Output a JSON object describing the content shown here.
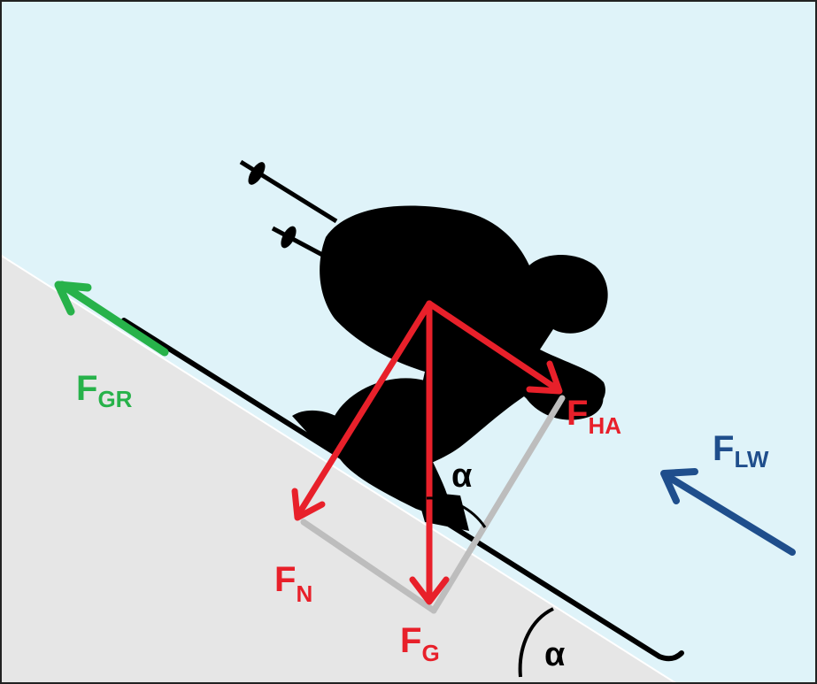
{
  "colors": {
    "sky": "#dff3f9",
    "slope": "#e6e6e6",
    "silhouette": "#000000",
    "red": "#e8202a",
    "green": "#27b24a",
    "blue": "#1f4e8c",
    "gray": "#bdbdbd",
    "frame": "#222222"
  },
  "labels": {
    "fgr": {
      "main": "F",
      "sub": "GR"
    },
    "fha": {
      "main": "F",
      "sub": "HA"
    },
    "flw": {
      "main": "F",
      "sub": "LW"
    },
    "fn": {
      "main": "F",
      "sub": "N"
    },
    "fg": {
      "main": "F",
      "sub": "G"
    },
    "alpha_top": "α",
    "alpha_bottom": "α"
  }
}
